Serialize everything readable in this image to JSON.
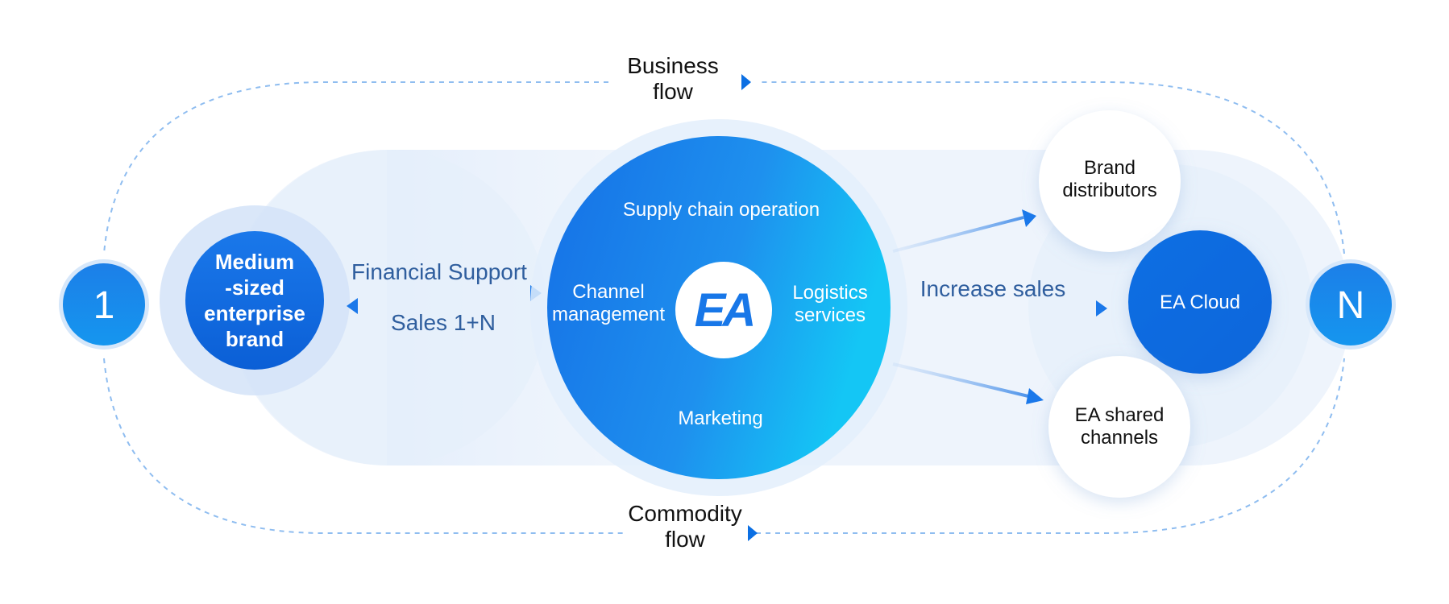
{
  "endpoints": {
    "left": "1",
    "right": "N"
  },
  "flows": {
    "business": [
      "Business",
      "flow"
    ],
    "commodity": [
      "Commodity",
      "flow"
    ]
  },
  "brand_node": [
    "Medium",
    "-sized",
    "enterprise",
    "brand"
  ],
  "links": {
    "financial_support": "Financial Support",
    "sales": "Sales 1+N",
    "increase_sales": "Increase sales"
  },
  "hub": {
    "logo": "EA",
    "top": "Supply chain operation",
    "left": [
      "Channel",
      "management"
    ],
    "right": [
      "Logistics",
      "services"
    ],
    "bottom": "Marketing"
  },
  "targets": {
    "distributors": [
      "Brand",
      "distributors"
    ],
    "cloud": "EA Cloud",
    "shared": [
      "EA shared",
      "channels"
    ]
  },
  "colors": {
    "primary": "#0b6fe3",
    "hub_gradient_start": "#1570e6",
    "hub_gradient_end": "#14c6f5",
    "dashed": "#8fbdf0",
    "label_blue": "#2f5e9e"
  }
}
